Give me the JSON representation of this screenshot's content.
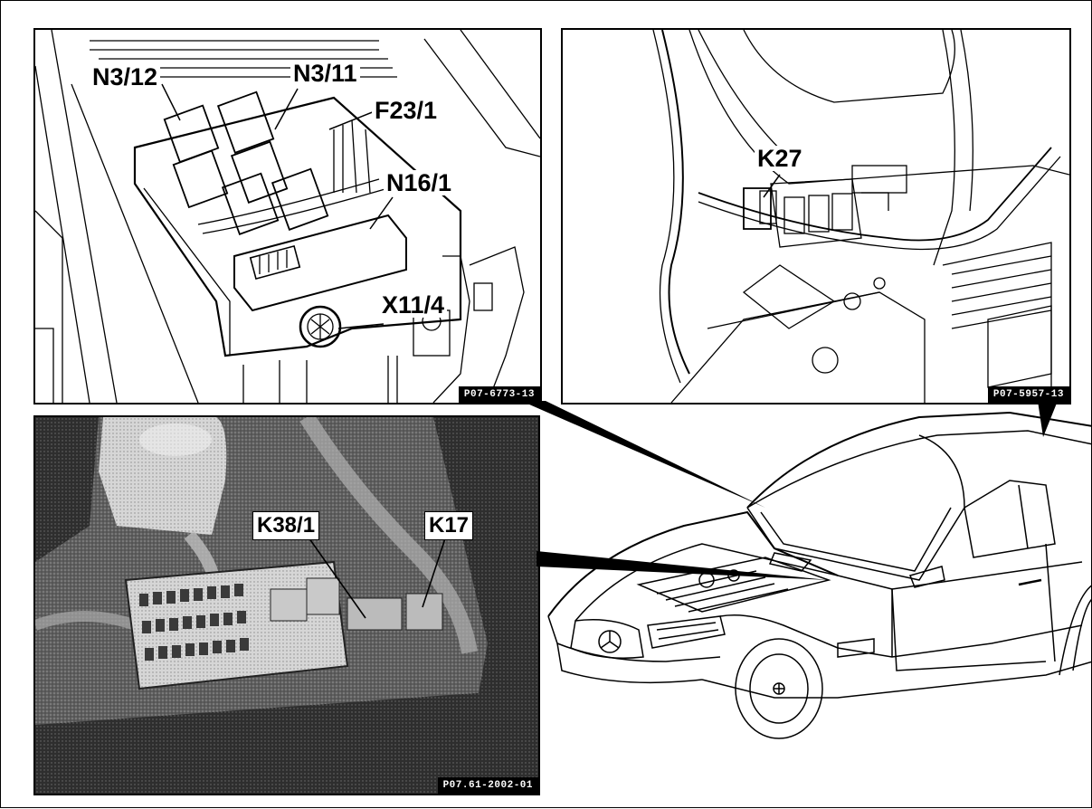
{
  "panels": {
    "engine": {
      "labels": {
        "n3_12": "N3/12",
        "n3_11": "N3/11",
        "f23_1": "F23/1",
        "n16_1": "N16/1",
        "x11_4": "X11/4"
      },
      "code": "P07-6773-13"
    },
    "interior": {
      "labels": {
        "k27": "K27"
      },
      "code": "P07-5957-13"
    },
    "photo": {
      "labels": {
        "k38_1": "K38/1",
        "k17": "K17"
      },
      "code": "P07.61-2002-01"
    }
  },
  "colors": {
    "line": "#000000",
    "paper": "#ffffff",
    "photo_base": "#6d6d6d"
  }
}
